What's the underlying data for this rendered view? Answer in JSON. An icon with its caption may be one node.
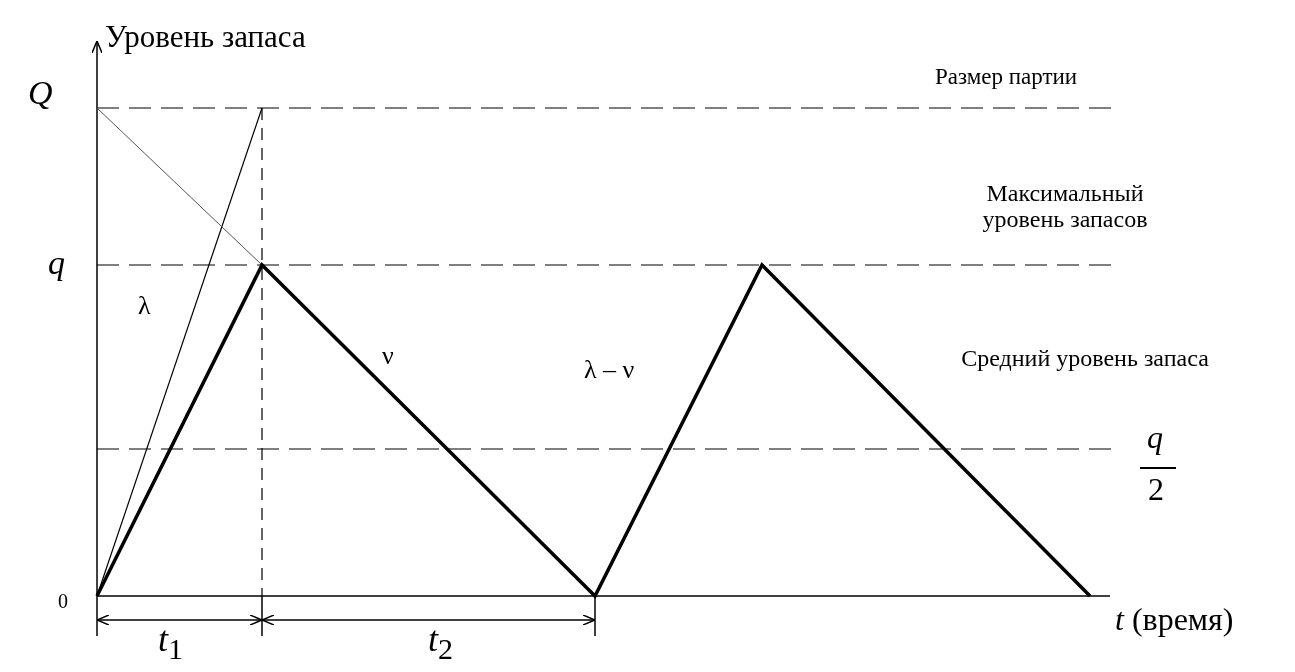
{
  "diagram": {
    "labels": [
      "Уровень запаса",
      "Размер партии",
      "Q",
      "Максимальный уровень запасов",
      "q",
      "λ",
      "ν",
      "λ – ν",
      "Средний уровень запаса",
      "q",
      "2",
      "0",
      "*t*$_{1}$",
      "*t*$_{2}$",
      "*t* (время)"
    ]
  }
}
